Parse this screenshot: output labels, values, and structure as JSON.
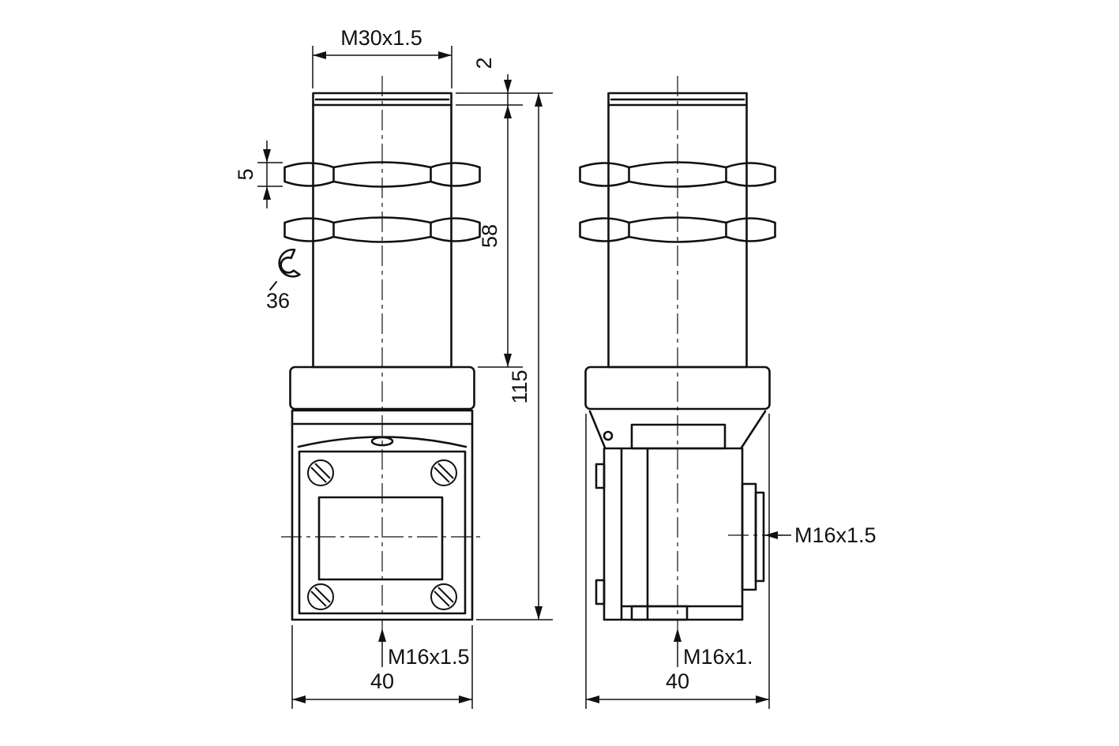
{
  "page": {
    "background": "#ffffff",
    "line_color": "#111111"
  },
  "drawing": {
    "kind": "technical-dimension-drawing",
    "component": "threaded-barrel-proximity-switch-two-views",
    "front_view": {
      "thread_label": "M30x1.5",
      "tip_height": "2",
      "nut_thickness": "5",
      "wrench_size": "36",
      "barrel_length": "58",
      "overall_length": "115",
      "bottom_entry_label": "M16x1.5",
      "body_width": "40"
    },
    "side_view": {
      "side_entry_label": "M16x1.5",
      "bottom_entry_label": "M16x1.",
      "body_width": "40"
    }
  }
}
